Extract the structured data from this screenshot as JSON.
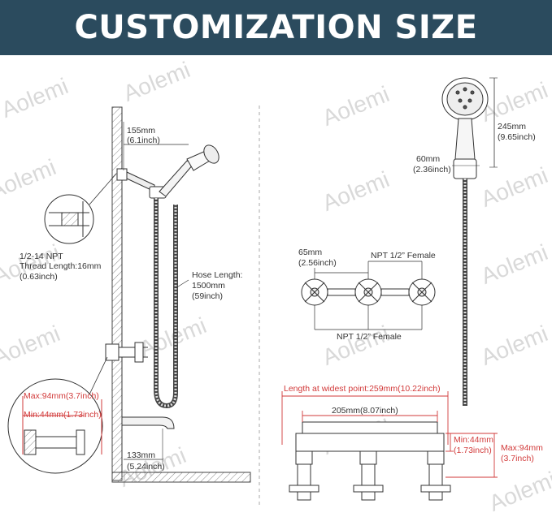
{
  "banner": {
    "title": "CUSTOMIZATION SIZE"
  },
  "watermark": "Aolemi",
  "colors": {
    "banner_bg": "#2b4b5e",
    "banner_text": "#ffffff",
    "dimension_red": "#d23a3a",
    "line": "#333333"
  },
  "left_panel": {
    "arm_width": "155mm",
    "arm_width_in": "(6.1inch)",
    "thread_1": "1/2-14 NPT",
    "thread_2": "Thread Length:16mm",
    "thread_3": "(0.63inch)",
    "hose_1": "Hose Length:",
    "hose_2": "1500mm",
    "hose_3": "(59inch)",
    "max_label": "Max:94mm(3.7inch)",
    "min_label": "Min:44mm(1.73inch)",
    "spout_mm": "133mm",
    "spout_in": "(5.24inch)"
  },
  "right_panel": {
    "head_height": "245mm",
    "head_height_in": "(9.65inch)",
    "head_width": "60mm",
    "head_width_in": "(2.36inch)",
    "handle_spacing": "65mm",
    "handle_spacing_in": "(2.56inch)",
    "npt_top": "NPT 1/2” Female",
    "npt_bottom": "NPT 1/2” Female",
    "widest": "Length at widest point:259mm(10.22inch)",
    "centers": "205mm(8.07inch)",
    "min_mm": "Min:44mm",
    "min_in": "(1.73inch)",
    "max_mm": "Max:94mm",
    "max_in": "(3.7inch)"
  }
}
